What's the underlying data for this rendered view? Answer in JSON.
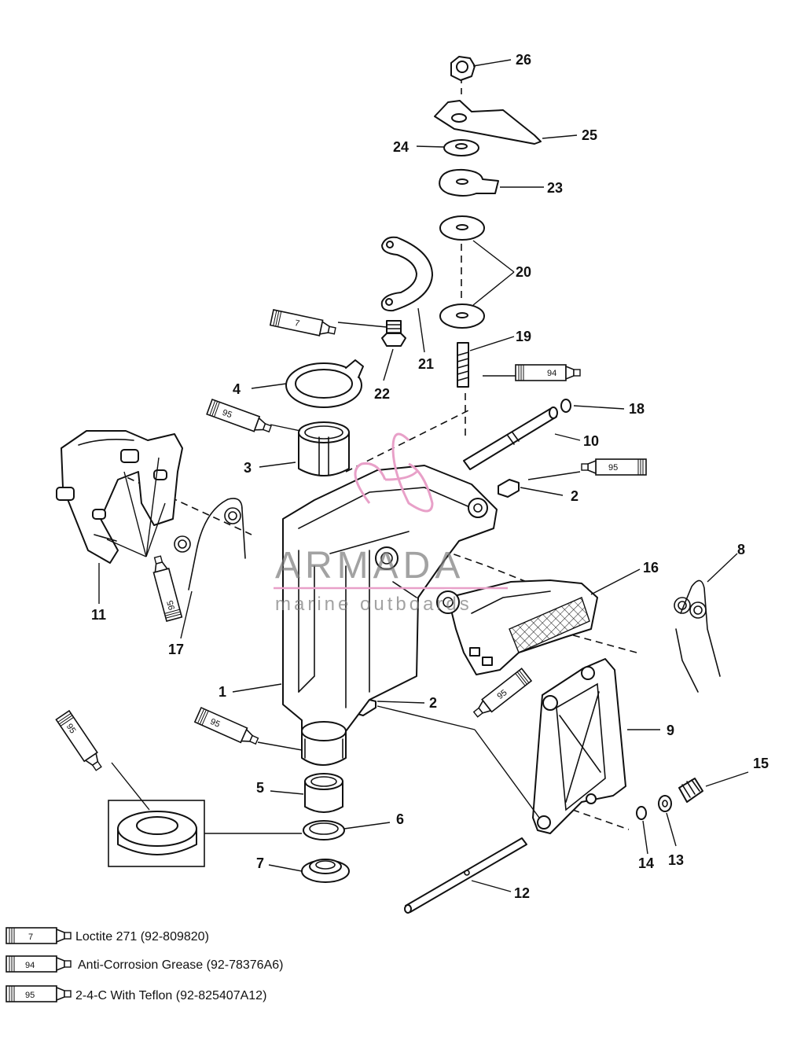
{
  "callouts": {
    "c1": "1",
    "c2a": "2",
    "c2b": "2",
    "c3": "3",
    "c4": "4",
    "c5": "5",
    "c6": "6",
    "c7": "7",
    "c8": "8",
    "c9": "9",
    "c10": "10",
    "c11": "11",
    "c12": "12",
    "c13": "13",
    "c14": "14",
    "c15": "15",
    "c16": "16",
    "c17": "17",
    "c18": "18",
    "c19": "19",
    "c20": "20",
    "c21": "21",
    "c22": "22",
    "c23": "23",
    "c24": "24",
    "c25": "25",
    "c26": "26"
  },
  "tubes": {
    "t7": "7",
    "t94": "94",
    "t95_3": "95",
    "t95_2": "95",
    "t95_11": "95",
    "t95_9": "95",
    "t95_5": "95",
    "t95_6": "95"
  },
  "watermark": {
    "brand": "ARMADA",
    "tagline": "marine outboards",
    "accent_color": "#e8a0c8"
  },
  "legend": [
    {
      "code": "7",
      "text": "Loctite 271 (92-809820)"
    },
    {
      "code": "94",
      "text": "Anti-Corrosion Grease (92-78376A6)"
    },
    {
      "code": "95",
      "text": "2-4-C  With Teflon (92-825407A12)"
    }
  ]
}
